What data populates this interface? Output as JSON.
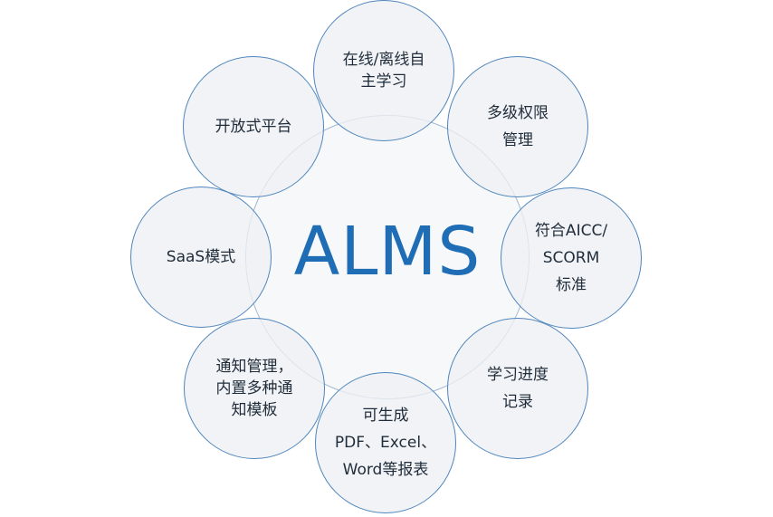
{
  "center": {
    "label": "ALMS"
  },
  "nodes": [
    {
      "id": "online-offline",
      "lines": [
        "在线/离线自",
        "主学习"
      ]
    },
    {
      "id": "permissions",
      "lines": [
        "多级权限",
        "管理"
      ]
    },
    {
      "id": "aicc-scorm",
      "lines": [
        "符合AICC/",
        "SCORM",
        "标准"
      ]
    },
    {
      "id": "progress",
      "lines": [
        "学习进度",
        "记录"
      ]
    },
    {
      "id": "reports",
      "lines": [
        "可生成",
        "PDF、Excel、",
        "Word等报表"
      ]
    },
    {
      "id": "notifications",
      "lines": [
        "通知管理，",
        "内置多种通",
        "知模板"
      ]
    },
    {
      "id": "saas",
      "lines": [
        "SaaS模式"
      ]
    },
    {
      "id": "open-platform",
      "lines": [
        "开放式平台"
      ]
    }
  ],
  "colors": {
    "border": "#4f86bd",
    "center_text": "#1f6db5",
    "node_text": "#1f2c3a"
  }
}
